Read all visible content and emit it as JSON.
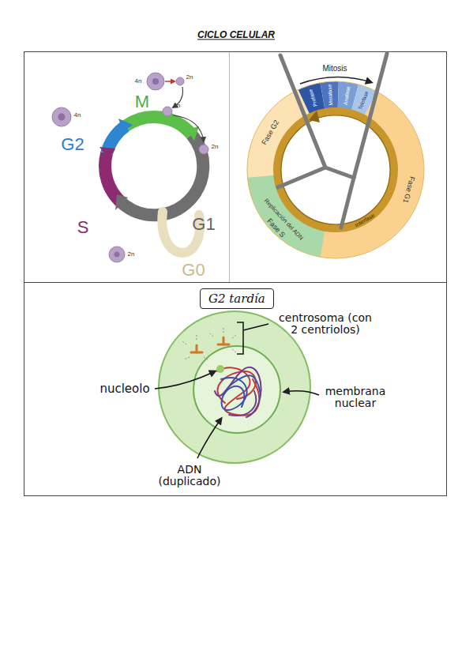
{
  "diagram": {
    "title": "CICLO CELULAR",
    "nodes": [
      {
        "text": [
          "G2 tardía"
        ]
      }
    ],
    "labels": [
      "4n",
      "2n",
      "2n",
      "2n",
      "M",
      "4n",
      "G2",
      "S",
      "2n",
      "G1",
      "G0",
      "Mitosis",
      "Profase",
      "Metafase",
      "Anafase",
      "Telofase",
      "Fase G2",
      "Fase S",
      "Replicación del ADN",
      "Interfase",
      "Fase G1",
      "centrosoma (con 2 centriolos)",
      "nucleolo",
      "membrana nuclear",
      "ADN (duplicado)"
    ]
  }
}
